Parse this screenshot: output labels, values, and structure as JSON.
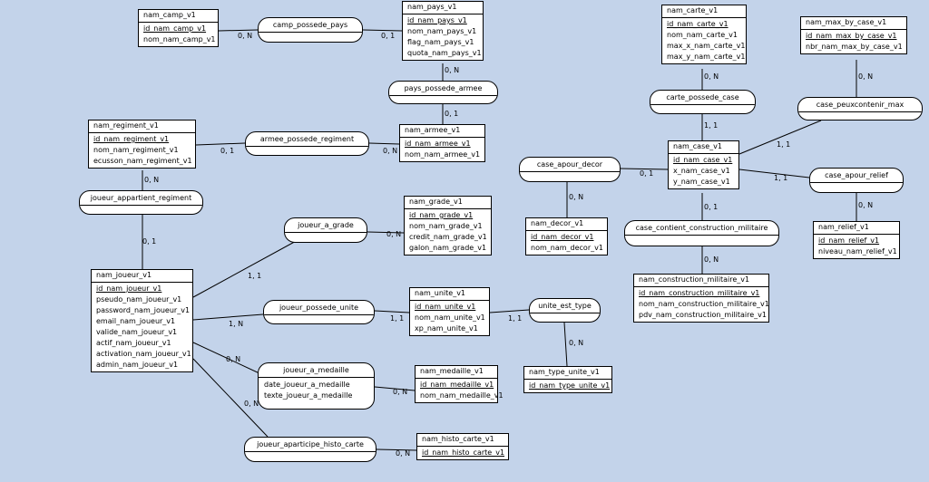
{
  "entities": {
    "camp": {
      "title": "nam_camp_v1",
      "attrs": [
        "id_nam_camp_v1",
        "nom_nam_camp_v1"
      ]
    },
    "pays": {
      "title": "nam_pays_v1",
      "attrs": [
        "id_nam_pays_v1",
        "nom_nam_pays_v1",
        "flag_nam_pays_v1",
        "quota_nam_pays_v1"
      ]
    },
    "carte": {
      "title": "nam_carte_v1",
      "attrs": [
        "id_nam_carte_v1",
        "nom_nam_carte_v1",
        "max_x_nam_carte_v1",
        "max_y_nam_carte_v1"
      ]
    },
    "max_by_case": {
      "title": "nam_max_by_case_v1",
      "attrs": [
        "id_nam_max_by_case_v1",
        "nbr_nam_max_by_case_v1"
      ]
    },
    "regiment": {
      "title": "nam_regiment_v1",
      "attrs": [
        "id_nam_regiment_v1",
        "nom_nam_regiment_v1",
        "ecusson_nam_regiment_v1"
      ]
    },
    "armee": {
      "title": "nam_armee_v1",
      "attrs": [
        "id_nam_armee_v1",
        "nom_nam_armee_v1"
      ]
    },
    "case": {
      "title": "nam_case_v1",
      "attrs": [
        "id_nam_case_v1",
        "x_nam_case_v1",
        "y_nam_case_v1"
      ]
    },
    "grade": {
      "title": "nam_grade_v1",
      "attrs": [
        "id_nam_grade_v1",
        "nom_nam_grade_v1",
        "credit_nam_grade_v1",
        "galon_nam_grade_v1"
      ]
    },
    "decor": {
      "title": "nam_decor_v1",
      "attrs": [
        "id_nam_decor_v1",
        "nom_nam_decor_v1"
      ]
    },
    "relief": {
      "title": "nam_relief_v1",
      "attrs": [
        "id_nam_relief_v1",
        "niveau_nam_relief_v1"
      ]
    },
    "joueur": {
      "title": "nam_joueur_v1",
      "attrs": [
        "id_nam_joueur_v1",
        "pseudo_nam_joueur_v1",
        "password_nam_joueur_v1",
        "email_nam_joueur_v1",
        "valide_nam_joueur_v1",
        "actif_nam_joueur_v1",
        "activation_nam_joueur_v1",
        "admin_nam_joueur_v1"
      ]
    },
    "unite": {
      "title": "nam_unite_v1",
      "attrs": [
        "id_nam_unite_v1",
        "nom_nam_unite_v1",
        "xp_nam_unite_v1"
      ]
    },
    "construction": {
      "title": "nam_construction_militaire_v1",
      "attrs": [
        "id_nam_construction_militaire_v1",
        "nom_nam_construction_militaire_v1",
        "pdv_nam_construction_militaire_v1"
      ]
    },
    "type_unite": {
      "title": "nam_type_unite_v1",
      "attrs": [
        "id_nam_type_unite_v1"
      ]
    },
    "medaille": {
      "title": "nam_medaille_v1",
      "attrs": [
        "id_nam_medaille_v1",
        "nom_nam_medaille_v1"
      ]
    },
    "histo_carte": {
      "title": "nam_histo_carte_v1",
      "attrs": [
        "id_nam_histo_carte_v1"
      ]
    }
  },
  "relations": {
    "camp_possede_pays": {
      "title": "camp_possede_pays",
      "attrs": []
    },
    "pays_possede_armee": {
      "title": "pays_possede_armee",
      "attrs": []
    },
    "carte_possede_case": {
      "title": "carte_possede_case",
      "attrs": []
    },
    "case_peuxcontenir_max": {
      "title": "case_peuxcontenir_max",
      "attrs": []
    },
    "armee_possede_regiment": {
      "title": "armee_possede_regiment",
      "attrs": []
    },
    "case_apour_decor": {
      "title": "case_apour_decor",
      "attrs": []
    },
    "case_apour_relief": {
      "title": "case_apour_relief",
      "attrs": []
    },
    "joueur_appartient_regiment": {
      "title": "joueur_appartient_regiment",
      "attrs": []
    },
    "joueur_a_grade": {
      "title": "joueur_a_grade",
      "attrs": []
    },
    "case_contient_construction_militaire": {
      "title": "case_contient_construction_militaire",
      "attrs": []
    },
    "joueur_possede_unite": {
      "title": "joueur_possede_unite",
      "attrs": []
    },
    "unite_est_type": {
      "title": "unite_est_type",
      "attrs": []
    },
    "joueur_a_medaille": {
      "title": "joueur_a_medaille",
      "attrs": [
        "date_joueur_a_medaille",
        "texte_joueur_a_medaille"
      ]
    },
    "joueur_aparticipe_histo_carte": {
      "title": "joueur_aparticipe_histo_carte",
      "attrs": []
    }
  },
  "cardinalities": {
    "camp_cpp": "0, N",
    "pays_cpp": "0, 1",
    "pays_ppa": "0, N",
    "armee_ppa": "0, 1",
    "carte_cpc": "0, N",
    "case_cpc": "1, 1",
    "max_cpm": "0, N",
    "case_cpm": "1, 1",
    "regiment_apr": "0, 1",
    "armee_apr": "0, N",
    "regiment_jar": "0, N",
    "joueur_jar": "0, 1",
    "decor_cad": "0, N",
    "case_cad": "0, 1",
    "case_car": "1, 1",
    "relief_car": "0, N",
    "grade_jag": "0, N",
    "joueur_jag": "1, 1",
    "case_ccm": "0, 1",
    "construction_ccm": "0, N",
    "joueur_jpu": "1, N",
    "unite_jpu": "1, 1",
    "unite_uet": "1, 1",
    "type_uet": "0, N",
    "joueur_jam": "0, N",
    "medaille_jam": "0, N",
    "joueur_jah": "0, N",
    "histo_jah": "0, N"
  }
}
